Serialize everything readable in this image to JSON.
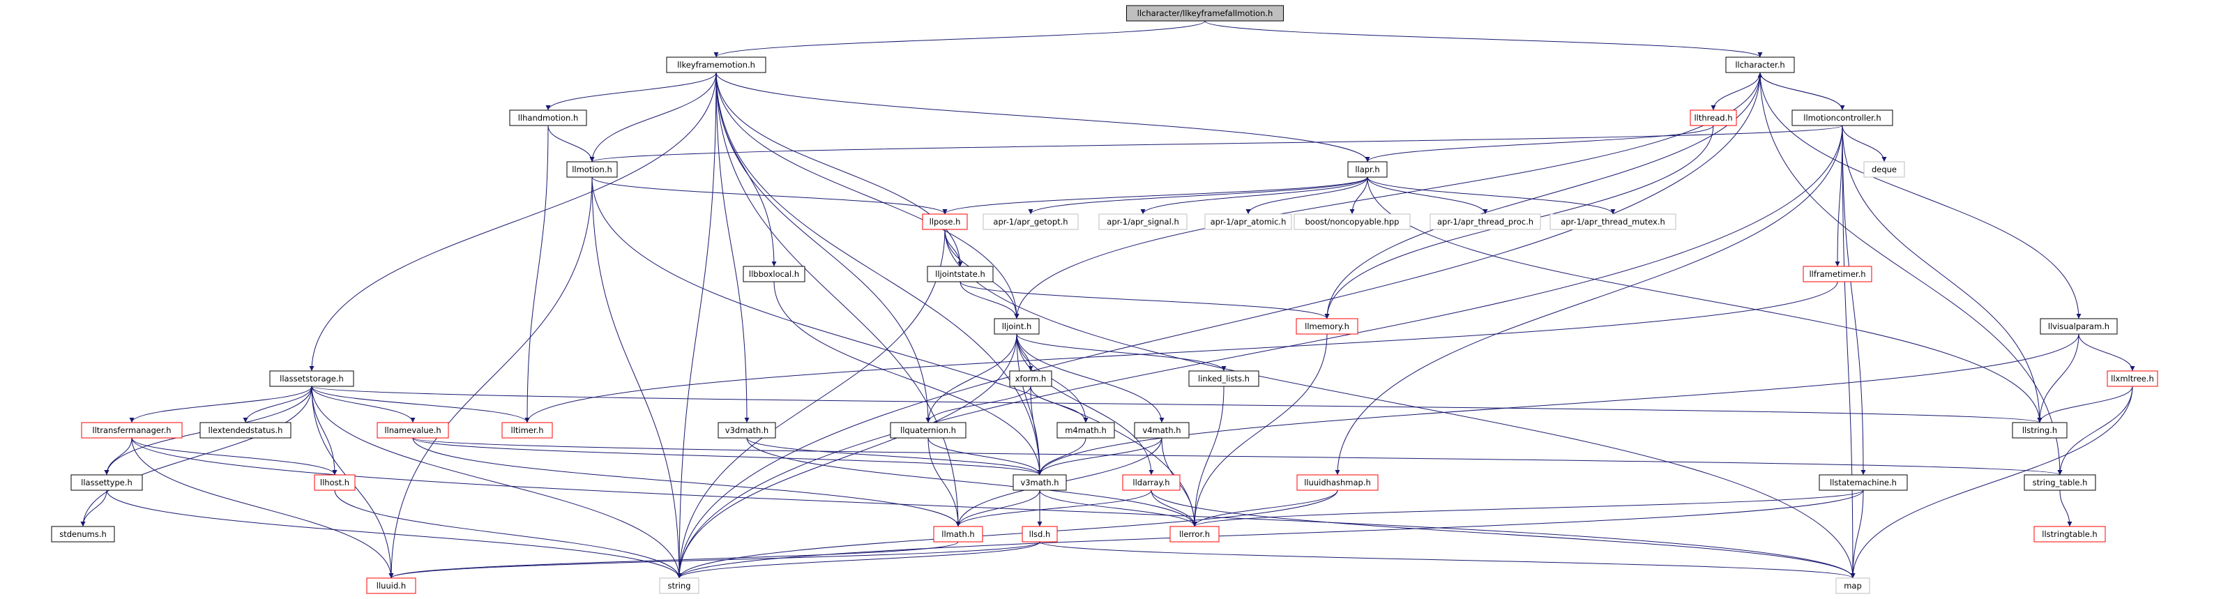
{
  "colors": {
    "edge": "#191970",
    "black_border": "#000000",
    "red_border": "#ff0000",
    "grey_border": "#bfbfbf",
    "root_fill": "#bfbfbf",
    "node_fill": "#ffffff"
  },
  "nodes": [
    {
      "id": "root",
      "label": "llcharacter/llkeyframefallmotion.h",
      "style": "root"
    },
    {
      "id": "llkeyframemotion",
      "label": "llkeyframemotion.h",
      "style": "black"
    },
    {
      "id": "llcharacter",
      "label": "llcharacter.h",
      "style": "black"
    },
    {
      "id": "llhandmotion",
      "label": "llhandmotion.h",
      "style": "black"
    },
    {
      "id": "llthread",
      "label": "llthread.h",
      "style": "red"
    },
    {
      "id": "llmotioncontroller",
      "label": "llmotioncontroller.h",
      "style": "black"
    },
    {
      "id": "llmotion",
      "label": "llmotion.h",
      "style": "black"
    },
    {
      "id": "llapr",
      "label": "llapr.h",
      "style": "black"
    },
    {
      "id": "deque",
      "label": "deque",
      "style": "grey"
    },
    {
      "id": "llpose",
      "label": "llpose.h",
      "style": "red"
    },
    {
      "id": "apr_getopt",
      "label": "apr-1/apr_getopt.h",
      "style": "grey"
    },
    {
      "id": "apr_signal",
      "label": "apr-1/apr_signal.h",
      "style": "grey"
    },
    {
      "id": "apr_atomic",
      "label": "apr-1/apr_atomic.h",
      "style": "grey"
    },
    {
      "id": "noncopyable",
      "label": "boost/noncopyable.hpp",
      "style": "grey"
    },
    {
      "id": "apr_thread_proc",
      "label": "apr-1/apr_thread_proc.h",
      "style": "grey"
    },
    {
      "id": "apr_thread_mutex",
      "label": "apr-1/apr_thread_mutex.h",
      "style": "grey"
    },
    {
      "id": "llbboxlocal",
      "label": "llbboxlocal.h",
      "style": "black"
    },
    {
      "id": "lljointstate",
      "label": "lljointstate.h",
      "style": "black"
    },
    {
      "id": "llframetimer",
      "label": "llframetimer.h",
      "style": "red"
    },
    {
      "id": "lljoint",
      "label": "lljoint.h",
      "style": "black"
    },
    {
      "id": "llmemory",
      "label": "llmemory.h",
      "style": "red"
    },
    {
      "id": "llvisualparam",
      "label": "llvisualparam.h",
      "style": "black"
    },
    {
      "id": "xform",
      "label": "xform.h",
      "style": "black"
    },
    {
      "id": "linked_lists",
      "label": "linked_lists.h",
      "style": "black"
    },
    {
      "id": "llxmltree",
      "label": "llxmltree.h",
      "style": "red"
    },
    {
      "id": "llassetstorage",
      "label": "llassetstorage.h",
      "style": "black"
    },
    {
      "id": "lltransfermanager",
      "label": "lltransfermanager.h",
      "style": "red"
    },
    {
      "id": "llextendedstatus",
      "label": "llextendedstatus.h",
      "style": "black"
    },
    {
      "id": "llnamevalue",
      "label": "llnamevalue.h",
      "style": "red"
    },
    {
      "id": "lltimer",
      "label": "lltimer.h",
      "style": "red"
    },
    {
      "id": "v3dmath",
      "label": "v3dmath.h",
      "style": "black"
    },
    {
      "id": "llquaternion",
      "label": "llquaternion.h",
      "style": "black"
    },
    {
      "id": "m4math",
      "label": "m4math.h",
      "style": "black"
    },
    {
      "id": "v4math",
      "label": "v4math.h",
      "style": "black"
    },
    {
      "id": "llstring",
      "label": "llstring.h",
      "style": "black"
    },
    {
      "id": "llassettype",
      "label": "llassettype.h",
      "style": "black"
    },
    {
      "id": "llhost",
      "label": "llhost.h",
      "style": "red"
    },
    {
      "id": "v3math",
      "label": "v3math.h",
      "style": "black"
    },
    {
      "id": "lldarray",
      "label": "lldarray.h",
      "style": "red"
    },
    {
      "id": "lluuidhashmap",
      "label": "lluuidhashmap.h",
      "style": "red"
    },
    {
      "id": "llstatemachine",
      "label": "llstatemachine.h",
      "style": "black"
    },
    {
      "id": "string_table",
      "label": "string_table.h",
      "style": "black"
    },
    {
      "id": "stdenums",
      "label": "stdenums.h",
      "style": "black"
    },
    {
      "id": "llmath",
      "label": "llmath.h",
      "style": "red"
    },
    {
      "id": "llsd",
      "label": "llsd.h",
      "style": "red"
    },
    {
      "id": "llerror",
      "label": "llerror.h",
      "style": "red"
    },
    {
      "id": "llstringtable",
      "label": "llstringtable.h",
      "style": "red"
    },
    {
      "id": "lluuid",
      "label": "lluuid.h",
      "style": "red"
    },
    {
      "id": "string",
      "label": "string",
      "style": "grey"
    },
    {
      "id": "map",
      "label": "map",
      "style": "grey"
    }
  ],
  "edges": [
    [
      "root",
      "llkeyframemotion"
    ],
    [
      "root",
      "llcharacter"
    ],
    [
      "llkeyframemotion",
      "llhandmotion"
    ],
    [
      "llkeyframemotion",
      "llmotion"
    ],
    [
      "llkeyframemotion",
      "llapr"
    ],
    [
      "llkeyframemotion",
      "llbboxlocal"
    ],
    [
      "llkeyframemotion",
      "lljointstate"
    ],
    [
      "llkeyframemotion",
      "llassetstorage"
    ],
    [
      "llkeyframemotion",
      "v3dmath"
    ],
    [
      "llkeyframemotion",
      "llquaternion"
    ],
    [
      "llkeyframemotion",
      "v3math"
    ],
    [
      "llkeyframemotion",
      "string"
    ],
    [
      "llkeyframemotion",
      "lljoint"
    ],
    [
      "llkeyframemotion",
      "llmath"
    ],
    [
      "llcharacter",
      "llthread"
    ],
    [
      "llcharacter",
      "llmotioncontroller"
    ],
    [
      "llcharacter",
      "lljoint"
    ],
    [
      "llcharacter",
      "llvisualparam"
    ],
    [
      "llcharacter",
      "string_table"
    ],
    [
      "llcharacter",
      "llmemory"
    ],
    [
      "llcharacter",
      "string"
    ],
    [
      "llmotioncontroller",
      "llcharacter"
    ],
    [
      "llmotioncontroller",
      "llmotion"
    ],
    [
      "llmotioncontroller",
      "deque"
    ],
    [
      "llmotioncontroller",
      "llframetimer"
    ],
    [
      "llmotioncontroller",
      "lluuidhashmap"
    ],
    [
      "llmotioncontroller",
      "llstatemachine"
    ],
    [
      "llmotioncontroller",
      "llstring"
    ],
    [
      "llmotioncontroller",
      "map"
    ],
    [
      "llmotioncontroller",
      "string"
    ],
    [
      "llthread",
      "llapr"
    ],
    [
      "llthread",
      "llmemory"
    ],
    [
      "llhandmotion",
      "llmotion"
    ],
    [
      "llhandmotion",
      "lltimer"
    ],
    [
      "llmotion",
      "llpose"
    ],
    [
      "llmotion",
      "string"
    ],
    [
      "llmotion",
      "lluuid"
    ],
    [
      "llmotion",
      "llerror"
    ],
    [
      "llapr",
      "apr_getopt"
    ],
    [
      "llapr",
      "apr_signal"
    ],
    [
      "llapr",
      "apr_atomic"
    ],
    [
      "llapr",
      "noncopyable"
    ],
    [
      "llapr",
      "apr_thread_proc"
    ],
    [
      "llapr",
      "apr_thread_mutex"
    ],
    [
      "llapr",
      "llpose"
    ],
    [
      "llapr",
      "llstring"
    ],
    [
      "llpose",
      "lljointstate"
    ],
    [
      "llpose",
      "lljoint"
    ],
    [
      "llpose",
      "string"
    ],
    [
      "llpose",
      "map"
    ],
    [
      "lljointstate",
      "lljoint"
    ],
    [
      "lljointstate",
      "llmemory"
    ],
    [
      "llbboxlocal",
      "v3math"
    ],
    [
      "lljoint",
      "xform"
    ],
    [
      "lljoint",
      "linked_lists"
    ],
    [
      "lljoint",
      "llquaternion"
    ],
    [
      "lljoint",
      "m4math"
    ],
    [
      "lljoint",
      "v4math"
    ],
    [
      "lljoint",
      "v3math"
    ],
    [
      "lljoint",
      "lldarray"
    ],
    [
      "lljoint",
      "string"
    ],
    [
      "llframetimer",
      "lltimer"
    ],
    [
      "llmemory",
      "llerror"
    ],
    [
      "llvisualparam",
      "llxmltree"
    ],
    [
      "llvisualparam",
      "llstring"
    ],
    [
      "llvisualparam",
      "v3math"
    ],
    [
      "llxmltree",
      "llstring"
    ],
    [
      "llxmltree",
      "string_table"
    ],
    [
      "llxmltree",
      "map"
    ],
    [
      "xform",
      "llquaternion"
    ],
    [
      "xform",
      "m4math"
    ],
    [
      "xform",
      "v3math"
    ],
    [
      "linked_lists",
      "llerror"
    ],
    [
      "llassetstorage",
      "lltransfermanager"
    ],
    [
      "llassetstorage",
      "llextendedstatus"
    ],
    [
      "llassetstorage",
      "llnamevalue"
    ],
    [
      "llassetstorage",
      "lltimer"
    ],
    [
      "llassetstorage",
      "llhost"
    ],
    [
      "llassetstorage",
      "llassettype"
    ],
    [
      "llassetstorage",
      "stdenums"
    ],
    [
      "llassetstorage",
      "llstring"
    ],
    [
      "llassetstorage",
      "lluuid"
    ],
    [
      "llassetstorage",
      "string"
    ],
    [
      "lltransfermanager",
      "llhost"
    ],
    [
      "lltransfermanager",
      "llassettype"
    ],
    [
      "lltransfermanager",
      "lluuid"
    ],
    [
      "lltransfermanager",
      "map"
    ],
    [
      "llnamevalue",
      "string_table"
    ],
    [
      "llnamevalue",
      "v3math"
    ],
    [
      "llnamevalue",
      "llmath"
    ],
    [
      "v3dmath",
      "v3math"
    ],
    [
      "v3dmath",
      "llerror"
    ],
    [
      "llquaternion",
      "v3math"
    ],
    [
      "llquaternion",
      "llmath"
    ],
    [
      "m4math",
      "v3math"
    ],
    [
      "v4math",
      "v3math"
    ],
    [
      "v4math",
      "llerror"
    ],
    [
      "v4math",
      "llmath"
    ],
    [
      "v3math",
      "llmath"
    ],
    [
      "v3math",
      "llsd"
    ],
    [
      "v3math",
      "llerror"
    ],
    [
      "lldarray",
      "llerror"
    ],
    [
      "lldarray",
      "llmath"
    ],
    [
      "lldarray",
      "map"
    ],
    [
      "lluuidhashmap",
      "llerror"
    ],
    [
      "lluuidhashmap",
      "string"
    ],
    [
      "llstatemachine",
      "llerror"
    ],
    [
      "llstatemachine",
      "map"
    ],
    [
      "llstatemachine",
      "string"
    ],
    [
      "string_table",
      "llstringtable"
    ],
    [
      "llassettype",
      "stdenums"
    ],
    [
      "llassettype",
      "string"
    ],
    [
      "llhost",
      "string"
    ],
    [
      "llsd",
      "string"
    ],
    [
      "llsd",
      "lluuid"
    ],
    [
      "llsd",
      "map"
    ],
    [
      "llmath",
      "lluuid"
    ]
  ]
}
